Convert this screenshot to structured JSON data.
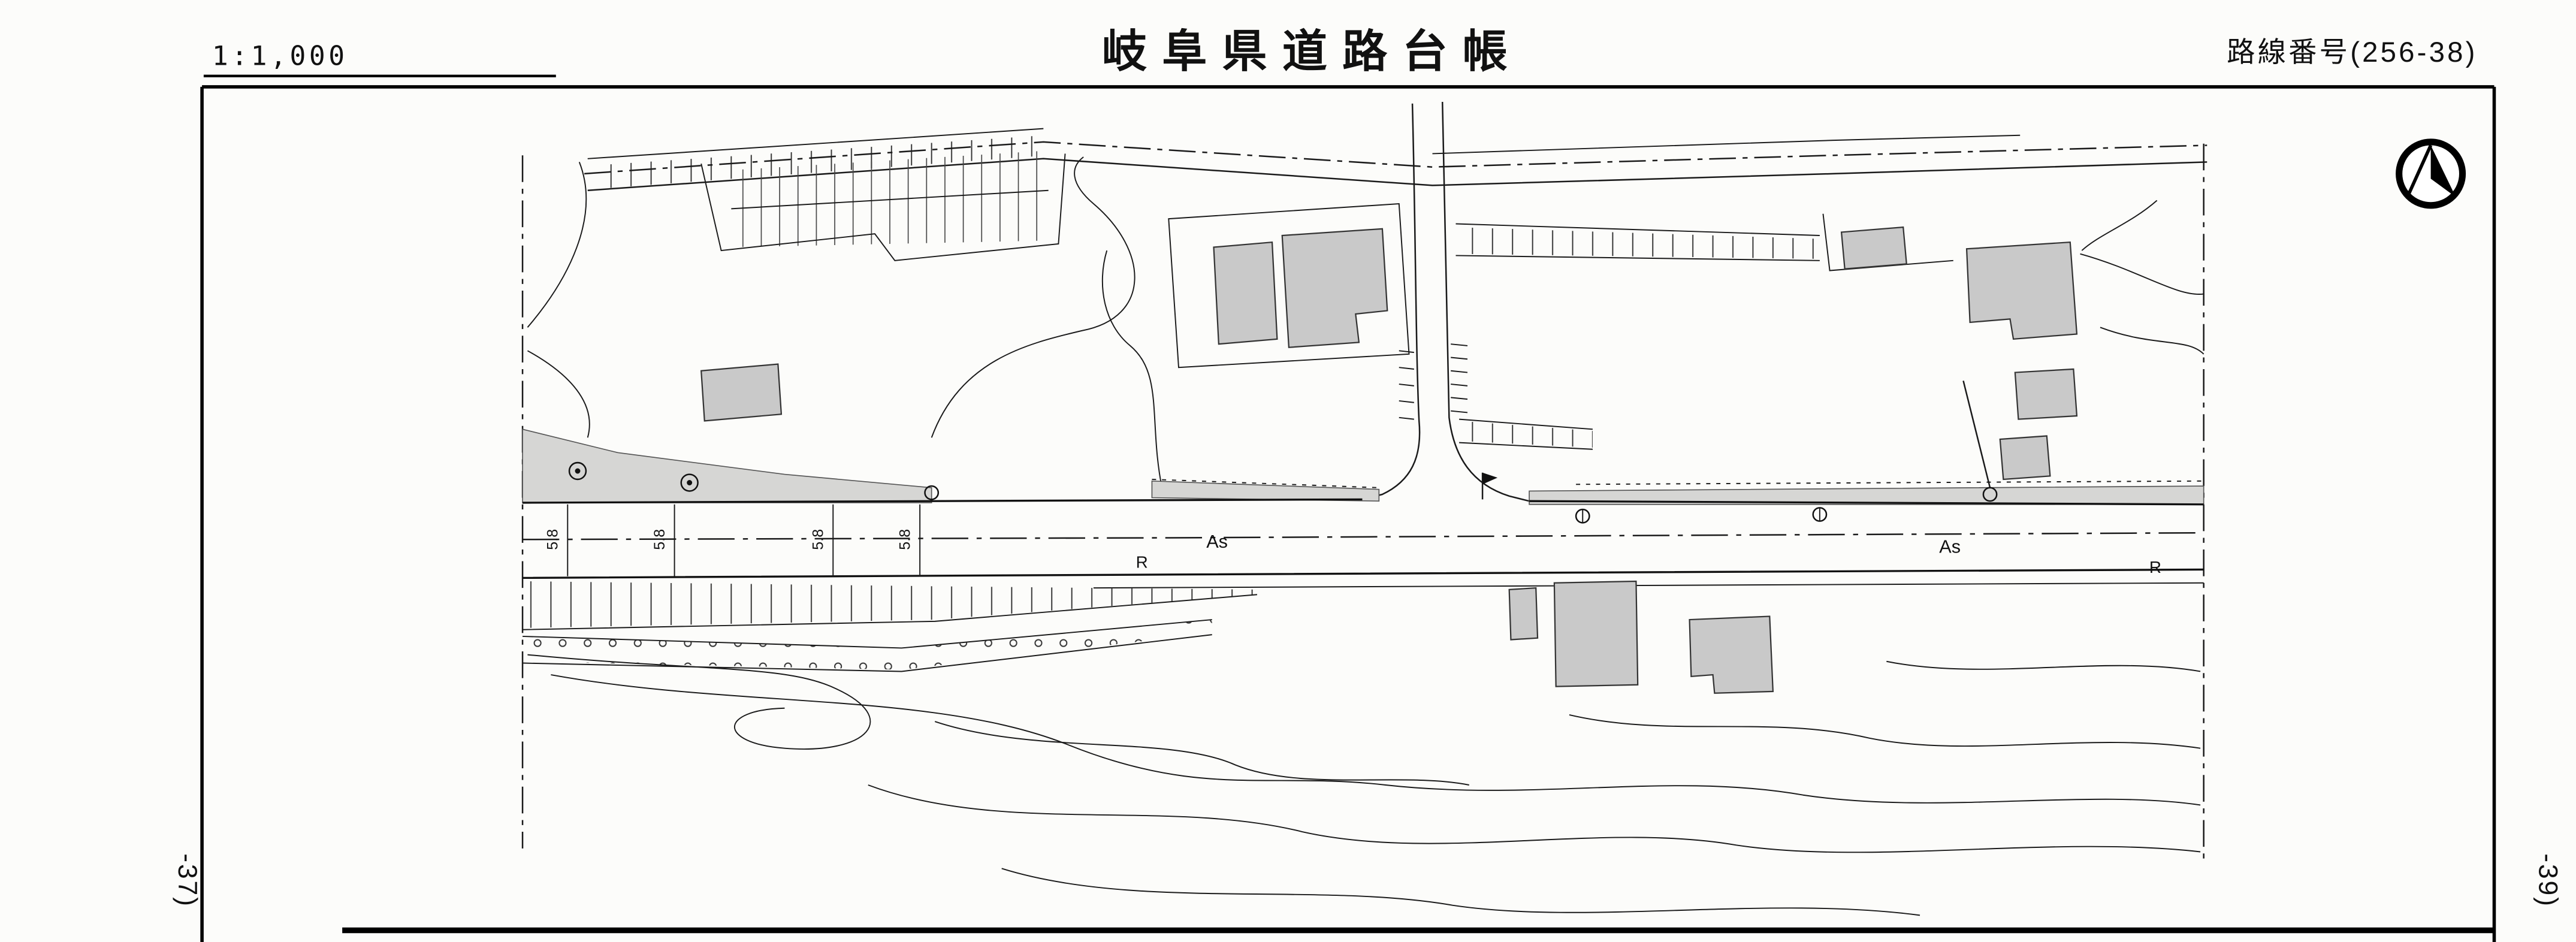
{
  "header": {
    "scale_label": "1:1,000",
    "title": "岐阜県道路台帳",
    "route_number": "路線番号(256-38)"
  },
  "sheet_edges": {
    "left_match_label": "-37)",
    "right_match_label": "-39)"
  },
  "map": {
    "pavement_label_left": "As",
    "pavement_label_right": "As",
    "curb_label_left": "R",
    "curb_label_right": "R",
    "width_marks": [
      "5.8",
      "5.8",
      "5.8",
      "5.8"
    ],
    "icons": {
      "north_arrow": "north-arrow-icon"
    },
    "colors": {
      "building_fill": "#c9c9c9",
      "pavement_fill": "#d6d6d4",
      "line": "#1a1a1a"
    }
  }
}
